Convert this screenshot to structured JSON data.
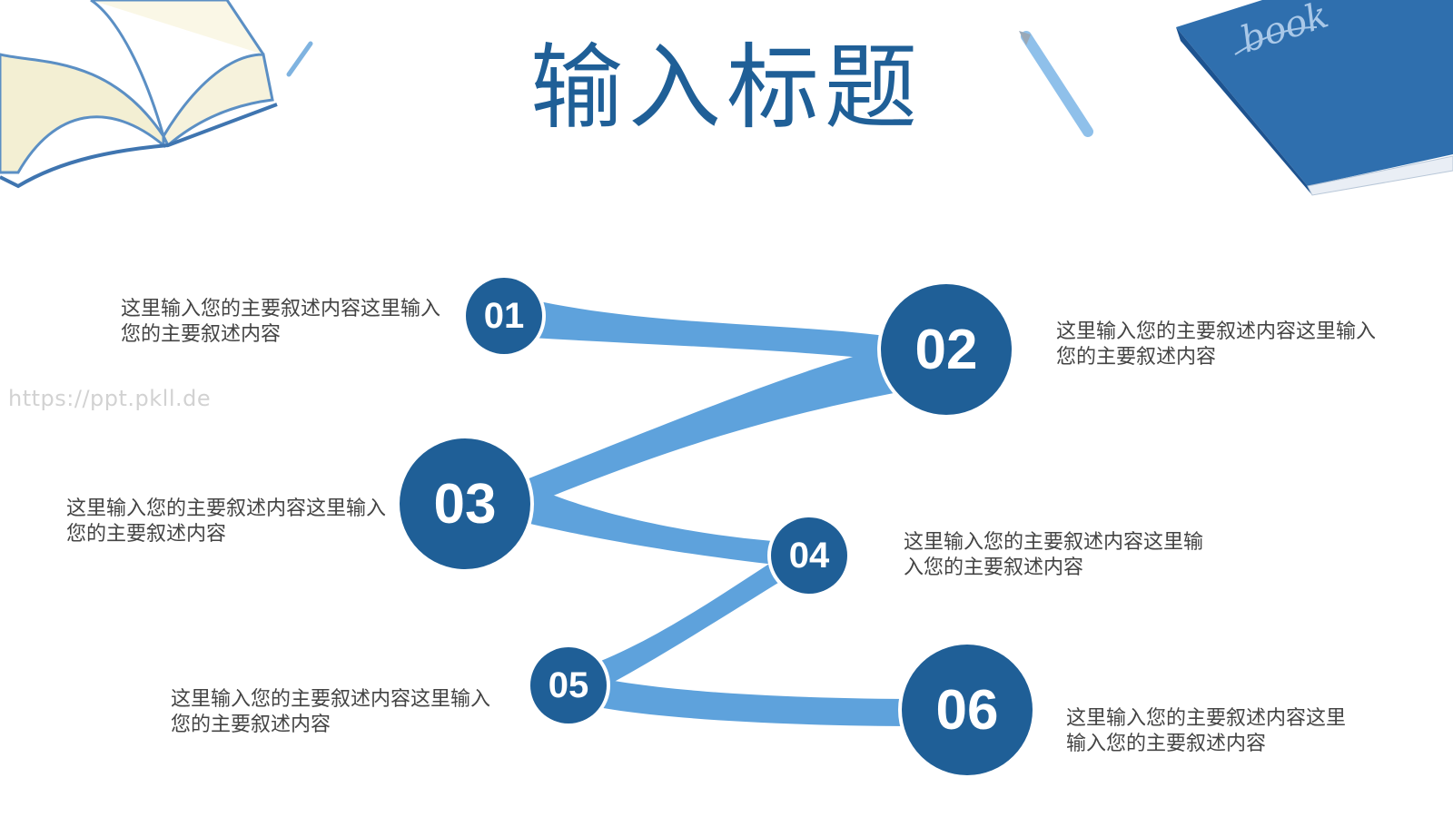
{
  "title": "输入标题",
  "watermark": "https://ppt.pkll.de",
  "book_cover_text": "book",
  "colors": {
    "primary": "#1f5f97",
    "ribbon": "#5ea2dc",
    "text": "#444444"
  },
  "steps": [
    {
      "number": "01",
      "text": "这里输入您的主要叙述内容这里输入您的主要叙述内容"
    },
    {
      "number": "02",
      "text": "这里输入您的主要叙述内容这里输入您的主要叙述内容"
    },
    {
      "number": "03",
      "text": "这里输入您的主要叙述内容这里输入您的主要叙述内容"
    },
    {
      "number": "04",
      "text": "这里输入您的主要叙述内容这里输入您的主要叙述内容"
    },
    {
      "number": "05",
      "text": "这里输入您的主要叙述内容这里输入您的主要叙述内容"
    },
    {
      "number": "06",
      "text": "这里输入您的主要叙述内容这里输入您的主要叙述内容"
    }
  ]
}
